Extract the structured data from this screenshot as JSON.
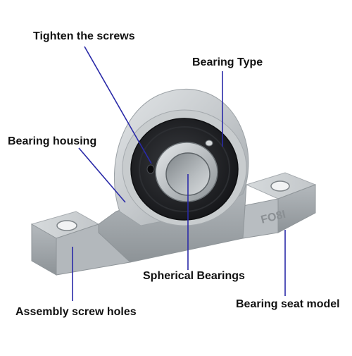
{
  "colors": {
    "leader_line": "#2a2aa8",
    "housing_metal": "#c9cdd0",
    "housing_shadow": "#8f9599",
    "bearing_seal": "#1c1d20",
    "inner_ring": "#b9bec2",
    "label_text": "#111111"
  },
  "labels": {
    "tighten_screws": "Tighten the screws",
    "bearing_type": "Bearing Type",
    "bearing_housing": "Bearing housing",
    "spherical_bearings": "Spherical Bearings",
    "assembly_screw_holes": "Assembly screw holes",
    "bearing_seat_model": "Bearing seat model"
  },
  "part_marking": "FO8I"
}
